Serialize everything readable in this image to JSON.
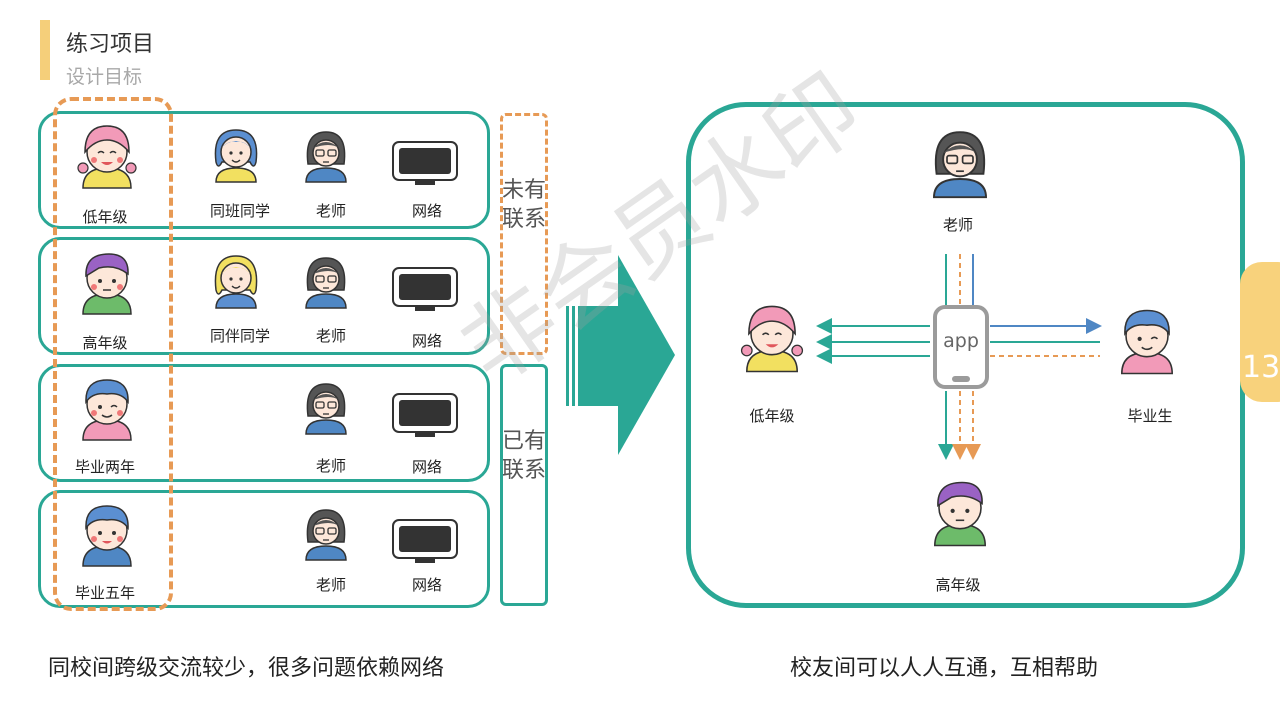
{
  "header": {
    "title": "练习项目",
    "subtitle": "设计目标"
  },
  "left_panel": {
    "rows": [
      {
        "student": "低年级",
        "peer": "同班同学",
        "teacher": "老师",
        "network": "网络"
      },
      {
        "student": "高年级",
        "peer": "同伴同学",
        "teacher": "老师",
        "network": "网络"
      },
      {
        "student": "毕业两年",
        "teacher": "老师",
        "network": "网络"
      },
      {
        "student": "毕业五年",
        "teacher": "老师",
        "network": "网络"
      }
    ],
    "annotations": {
      "not_connected": "未有联系",
      "connected": "已有联系"
    },
    "caption": "同校间跨级交流较少，很多问题依赖网络"
  },
  "right_panel": {
    "nodes": {
      "teacher": "老师",
      "junior": "低年级",
      "graduate": "毕业生",
      "senior": "高年级",
      "app": "app"
    },
    "caption": "校友间可以人人互通，互相帮助"
  },
  "page_number": "13",
  "watermark": "非会员水印",
  "colors": {
    "teal": "#2aa795",
    "orange": "#e79a55",
    "accent_tab": "#f8d27c"
  }
}
